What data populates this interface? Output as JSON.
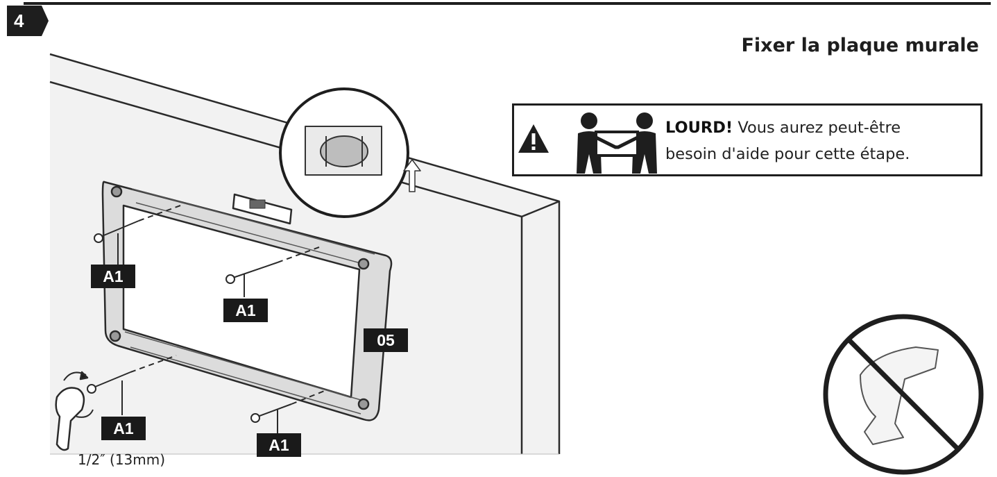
{
  "step": {
    "number": "4"
  },
  "title": "Fixer la plaque murale",
  "warning": {
    "heavy_label": "LOURD!",
    "line1_rest": " Vous aurez peut-être",
    "line2": "besoin d'aide pour cette étape.",
    "icons": [
      "warning-triangle-icon",
      "two-person-lift-icon"
    ]
  },
  "parts": {
    "wall_plate": "05",
    "screw": "A1"
  },
  "tool": {
    "wrench_size": "1/2″ (13mm)",
    "icon": "socket-wrench-icon"
  },
  "no_power_drill_icon": "no-drill-icon",
  "colors": {
    "ink": "#1e1e1e",
    "label_bg": "#1a1a1a",
    "wall_fill": "#f1f1f1"
  }
}
